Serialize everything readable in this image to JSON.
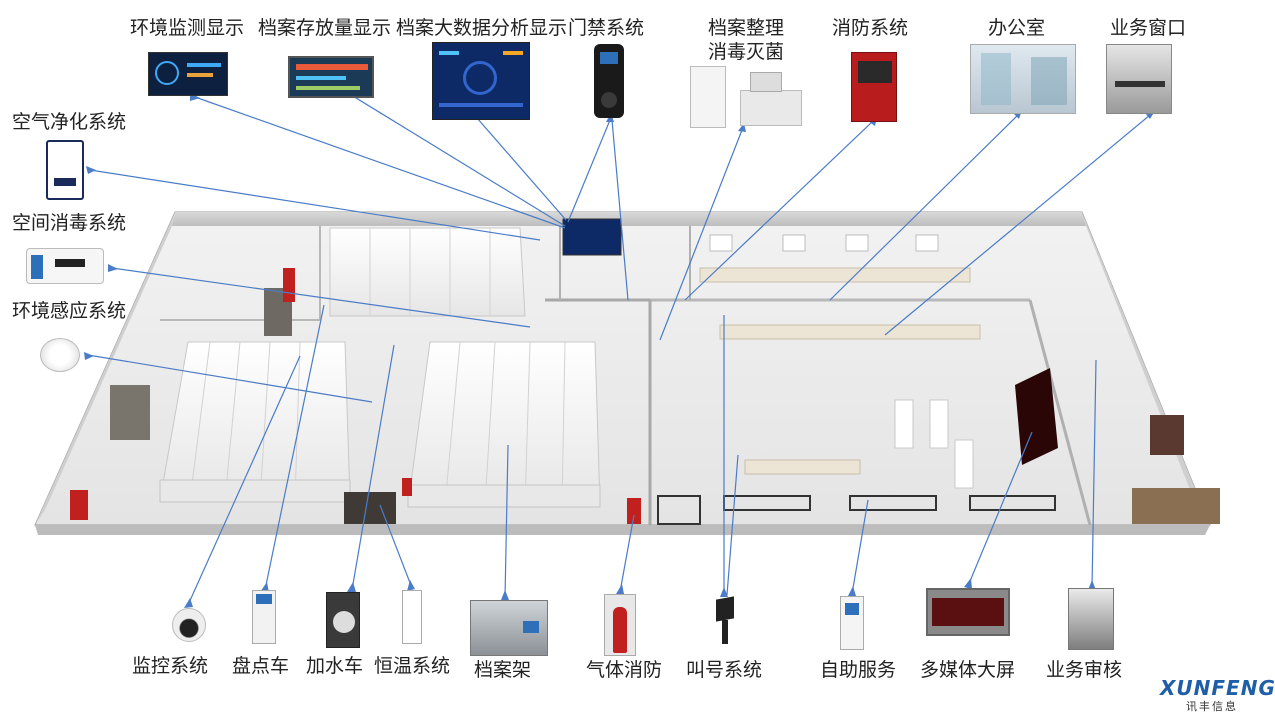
{
  "labels": {
    "env_monitor_display": "环境监测显示",
    "archive_storage_display": "档案存放量显示",
    "archive_bigdata_display": "档案大数据分析显示",
    "access_control": "门禁系统",
    "archive_sorting_line1": "档案整理",
    "archive_sorting_line2": "消毒灭菌",
    "fire_system": "消防系统",
    "office": "办公室",
    "service_window": "业务窗口",
    "air_purification": "空气净化系统",
    "space_disinfection": "空间消毒系统",
    "env_sensing": "环境感应系统",
    "monitoring": "监控系统",
    "inventory_cart": "盘点车",
    "humidifier": "加水车",
    "constant_temp": "恒温系统",
    "archive_shelf": "档案架",
    "gas_fire": "气体消防",
    "queue_system": "叫号系统",
    "self_service": "自助服务",
    "multimedia_screen": "多媒体大屏",
    "business_audit": "业务审核"
  },
  "logo": {
    "brand": "XUNFENG",
    "sub": "讯丰信息"
  },
  "colors": {
    "connector": "#4a7cc7",
    "brand": "#1f5fa8",
    "fire_red": "#c0201e",
    "screen_blue": "#0d2a66"
  }
}
